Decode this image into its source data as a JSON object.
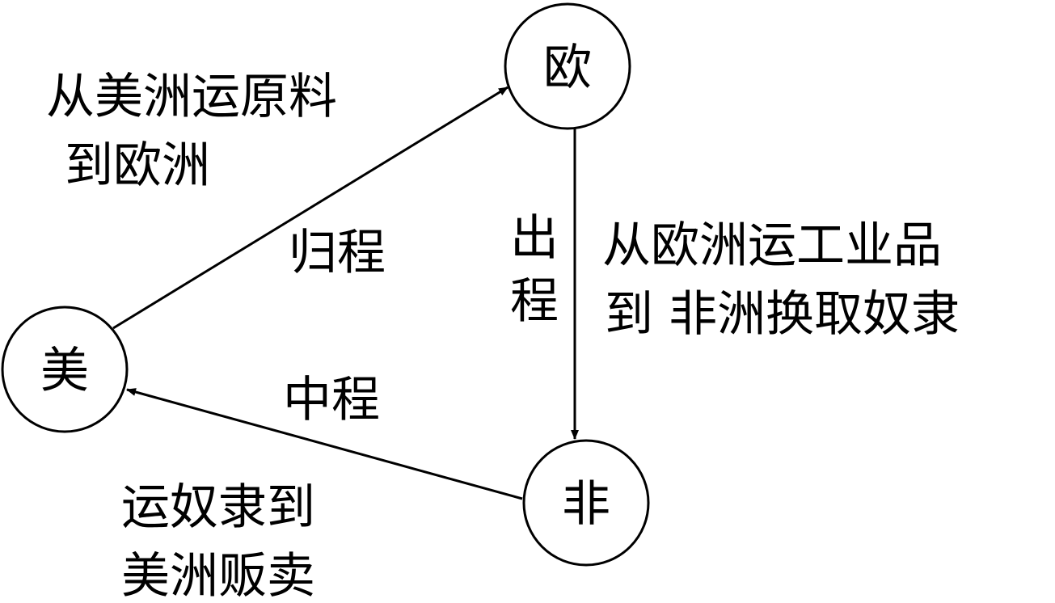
{
  "nodes": {
    "europe": "欧",
    "america": "美",
    "africa": "非"
  },
  "edges": {
    "outbound": {
      "label": "出程",
      "label_chars": [
        "出",
        "程"
      ],
      "description": [
        "从欧洲运工业品",
        "到 非洲换取奴隶"
      ]
    },
    "middle": {
      "label": "中程",
      "description": [
        "运奴隶到",
        "美洲贩卖"
      ]
    },
    "return": {
      "label": "归程",
      "description": [
        "从美洲运原料",
        "到欧洲"
      ]
    }
  },
  "colors": {
    "stroke": "#000000",
    "background": "#ffffff"
  }
}
